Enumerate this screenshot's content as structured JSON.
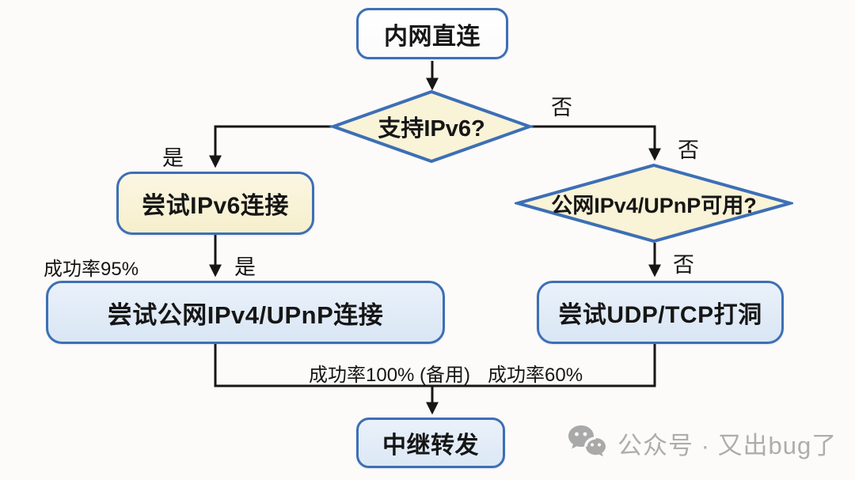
{
  "flowchart": {
    "nodes": {
      "start": {
        "label": "内网直连"
      },
      "decision_ipv6": {
        "label": "支持IPv6?"
      },
      "try_ipv6": {
        "label": "尝试IPv6连接"
      },
      "decision_public_ipv4": {
        "label": "公网IPv4/UPnP可用?"
      },
      "try_public_ipv4": {
        "label": "尝试公网IPv4/UPnP连接"
      },
      "try_hole_punch": {
        "label": "尝试UDP/TCP打洞"
      },
      "relay": {
        "label": "中继转发"
      }
    },
    "edge_labels": {
      "ipv6_yes": "是",
      "ipv6_no": "否",
      "to_decision2_no": "否",
      "ipv6_success": "成功率95%",
      "try_public_yes": "是",
      "decision2_no": "否",
      "relay_success": "成功率100% (备用)",
      "hole_punch_success": "成功率60%"
    },
    "colors": {
      "node_border": "#3d6fb5",
      "decision_fill": "#f9f3d7",
      "process_fill": "#e2ecf8",
      "start_fill": "#ffffff",
      "connector": "#161616"
    }
  },
  "watermark": {
    "icon": "wechat-icon",
    "text": "公众号 · 又出bug了"
  }
}
